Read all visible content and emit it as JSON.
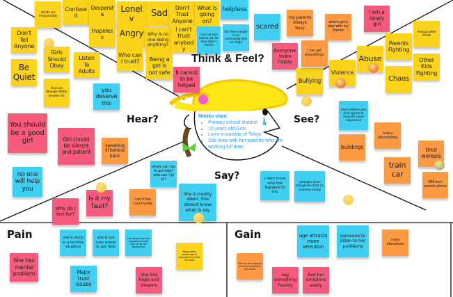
{
  "labels": {
    "think_feel": "Think & Feel?",
    "hear": "Hear?",
    "see": "See?",
    "say": "Say?",
    "pain": "Pain",
    "gain": "Gain"
  },
  "persona": {
    "name": "Mariko chan",
    "facts": [
      "Primary school student",
      "10 years old Girls",
      "Lives in outside of Tokyo",
      "She lives with her parents who are working full time"
    ]
  },
  "colors": {
    "yellow": "#fbd31a",
    "pink": "#f65a7d",
    "blue": "#3ecff2",
    "orange": "#fd9a42"
  },
  "notes": [
    {
      "text": "Adults are irresponsible",
      "color": "yellow"
    },
    {
      "text": "Confused",
      "color": "yellow"
    },
    {
      "text": "Desperate",
      "color": "yellow"
    },
    {
      "text": "Hopeless",
      "color": "yellow"
    },
    {
      "text": "Lonely",
      "color": "yellow"
    },
    {
      "text": "Sad",
      "color": "yellow"
    },
    {
      "text": "Don't Trust Anyone",
      "color": "yellow"
    },
    {
      "text": "What is going on?",
      "color": "yellow"
    },
    {
      "text": "helpless",
      "color": "blue"
    },
    {
      "text": "Angry",
      "color": "yellow"
    },
    {
      "text": "Why is no one doing anything?",
      "color": "yellow"
    },
    {
      "text": "I can't trust anybody",
      "color": "yellow"
    },
    {
      "text": "I am not sure how to ask for help when I need it",
      "color": "blue"
    },
    {
      "text": "Do I have people in my community who can help?",
      "color": "blue"
    },
    {
      "text": "Who can I trust?",
      "color": "yellow"
    },
    {
      "text": "Being a girl is not safe",
      "color": "yellow"
    },
    {
      "text": "It cannot to be helped",
      "color": "pink"
    },
    {
      "text": "Don't Tell Anyone",
      "color": "yellow"
    },
    {
      "text": "Be Quiet",
      "color": "yellow"
    },
    {
      "text": "Girls Should Obey",
      "color": "yellow"
    },
    {
      "text": "Listen To Adults",
      "color": "yellow"
    },
    {
      "text": "Boys are Stronger Better Smarter etc",
      "color": "yellow"
    },
    {
      "text": "you deserve this",
      "color": "blue"
    },
    {
      "text": "scared",
      "color": "blue"
    },
    {
      "text": "my parents always busy",
      "color": "orange"
    },
    {
      "text": "where go to play with my friends",
      "color": "orange"
    },
    {
      "text": "I am a lonely girl",
      "color": "pink"
    },
    {
      "text": "Everyone looks happy",
      "color": "pink"
    },
    {
      "text": "Bullying",
      "color": "yellow"
    },
    {
      "text": "I can get everythings",
      "color": "orange"
    },
    {
      "text": "Violence",
      "color": "yellow"
    },
    {
      "text": "Abuse",
      "color": "yellow"
    },
    {
      "text": "Parents Fighting",
      "color": "yellow"
    },
    {
      "text": "Irresponsible Adults",
      "color": "yellow"
    },
    {
      "text": "Other Kids Fighting",
      "color": "yellow"
    },
    {
      "text": "Chaos",
      "color": "yellow"
    },
    {
      "text": "You should be a good girl",
      "color": "pink"
    },
    {
      "text": "Girl should be silence and patient",
      "color": "pink"
    },
    {
      "text": "speaking ill behind back",
      "color": "orange"
    },
    {
      "text": "no one will help you",
      "color": "blue"
    },
    {
      "text": "where can I go to get help? who can I go to?",
      "color": "blue"
    },
    {
      "text": "Why do I live for?",
      "color": "pink"
    },
    {
      "text": "Is it my fault?",
      "color": "pink"
    },
    {
      "text": "I don't like countryside",
      "color": "orange"
    },
    {
      "text": "She is mostly silent. She doesnt know what to say",
      "color": "blue"
    },
    {
      "text": "i dont know why this happens to me",
      "color": "blue"
    },
    {
      "text": "apologies (even though she didnt do anything wrong)",
      "color": "blue"
    },
    {
      "text": "other children who dont appear to have the same experience",
      "color": "blue"
    },
    {
      "text": "buildings",
      "color": "orange"
    },
    {
      "text": "many advertising",
      "color": "orange"
    },
    {
      "text": "tired workers",
      "color": "orange"
    },
    {
      "text": "train car",
      "color": "orange"
    },
    {
      "text": "SNS from parents phone",
      "color": "orange"
    },
    {
      "text": "She has mental problem",
      "color": "pink"
    },
    {
      "text": "she is stuck in a horrible situation",
      "color": "blue"
    },
    {
      "text": "she is not sure where to get help",
      "color": "blue"
    },
    {
      "text": "Her people who are supposed to take care of her are abusing her",
      "color": "blue"
    },
    {
      "text": "Being taken advantage of because they think I'm weak",
      "color": "yellow"
    },
    {
      "text": "Major trust issues",
      "color": "blue"
    },
    {
      "text": "She lost hope and dreams",
      "color": "pink"
    },
    {
      "text": "age attracts more attention",
      "color": "blue"
    },
    {
      "text": "someone to listen to her problems",
      "color": "blue"
    },
    {
      "text": "many attractions",
      "color": "orange"
    },
    {
      "text": "She can go shopping and buy everything she wants",
      "color": "orange"
    },
    {
      "text": "say something frankly",
      "color": "pink"
    },
    {
      "text": "feel her emotions easily",
      "color": "pink"
    }
  ],
  "emojis": [
    "worried-face",
    "grimace-face",
    "scream-face",
    "angry-face",
    "anger-face",
    "nauseated-face",
    "grimace-face",
    "woman-emoji",
    "worried-face"
  ]
}
